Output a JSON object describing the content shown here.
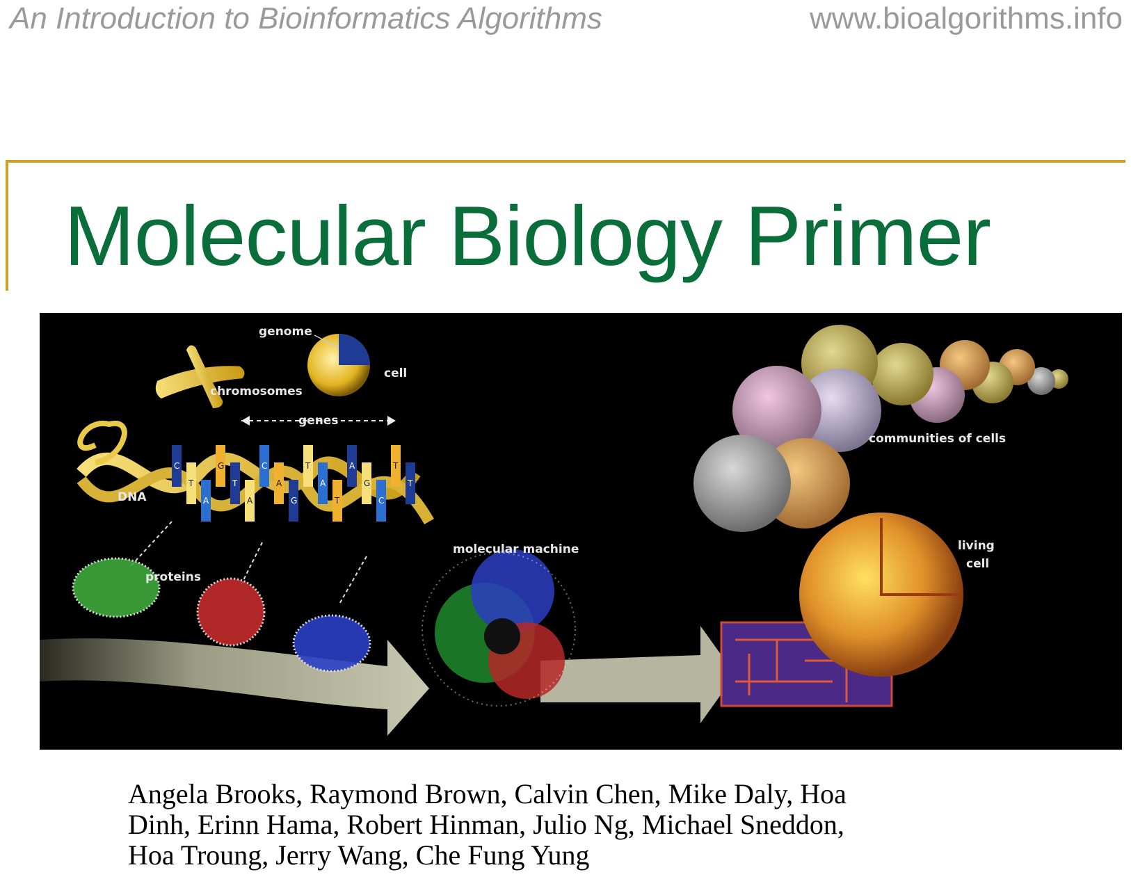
{
  "header": {
    "course_title": "An Introduction to Bioinformatics Algorithms",
    "website": "www.bioalgorithms.info"
  },
  "slide": {
    "title": "Molecular Biology Primer",
    "authors_lines": [
      "Angela Brooks, Raymond Brown, Calvin Chen, Mike Daly, Hoa",
      "Dinh, Erinn Hama, Robert Hinman, Julio Ng,  Michael Sneddon,",
      "Hoa Troung, Jerry Wang, Che Fung Yung"
    ]
  },
  "figure": {
    "labels": {
      "genome": "genome",
      "cell": "cell",
      "chromosomes": "chromosomes",
      "genes": "genes",
      "dna": "DNA",
      "proteins": "proteins",
      "molecular_machine": "molecular machine",
      "communities_of_cells": "communities of cells",
      "living_cell_1": "living",
      "living_cell_2": "cell"
    },
    "dna_bases": [
      "C",
      "T",
      "A",
      "G",
      "T",
      "A",
      "C",
      "A",
      "G",
      "T",
      "A",
      "T",
      "A",
      "G",
      "C",
      "T",
      "T"
    ]
  }
}
